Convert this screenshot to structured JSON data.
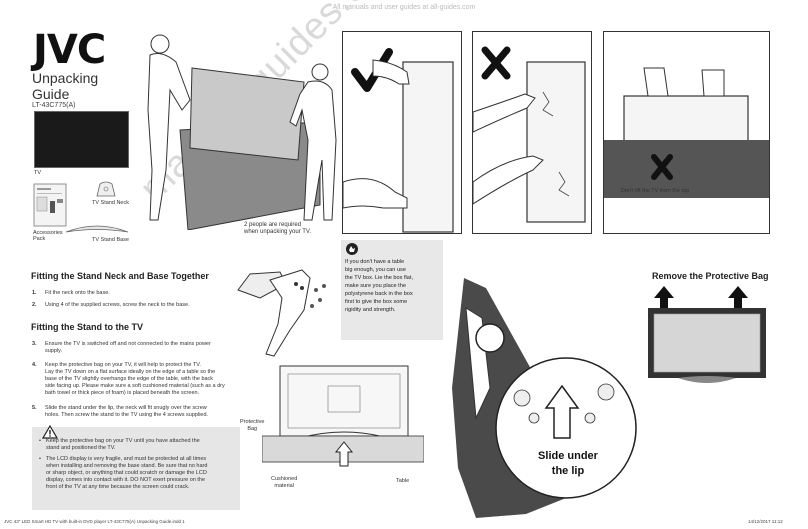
{
  "header": {
    "text": "All manuals and user guides at all-guides.com"
  },
  "brand": {
    "logo": "JVC",
    "title_line1": "Unpacking",
    "title_line2": "Guide",
    "model": "LT-43C775(A)"
  },
  "left_items": {
    "tv": "TV",
    "stand_neck": "TV Stand Neck",
    "accessories_line1": "Accessories",
    "accessories_line2": "Pack",
    "stand_base": "TV Stand Base"
  },
  "unpack": {
    "note_line1": "2 people are required",
    "note_line2": "when unpacking your TV."
  },
  "top_right": {
    "dont_lift": "Don't lift the TV from the top"
  },
  "fit_stand": {
    "heading": "Fitting the Stand Neck and Base Together",
    "steps": [
      {
        "num": "1.",
        "text": "Fit the neck onto the base."
      },
      {
        "num": "2.",
        "text": "Using 4 of the supplied screws, screw the neck to the base."
      }
    ]
  },
  "fit_tv": {
    "heading": "Fitting the Stand to the TV",
    "steps": [
      {
        "num": "3.",
        "line1": "Ensure the TV is switched off and not connected to the mains power",
        "line2": "supply."
      },
      {
        "num": "4.",
        "line1": "Keep the protective bag on your TV, it will help to protect the TV.",
        "line2": "Lay the TV down on a flat surface ideally on the edge of a table so the",
        "line3": "base of the TV slightly overhangs the edge of the table, with the back",
        "line4": "side facing up. Please make sure a soft cushioned material (such as a dry",
        "line5": "bath towel or thick piece of foam) is placed beneath the screen."
      },
      {
        "num": "5.",
        "line1": "Slide the stand under the lip, the neck will fit snugly over the screw",
        "line2": "holes. Then screw the stand to the TV using the 4 screws supplied."
      }
    ]
  },
  "warning": {
    "b1_line1": "Keep the protective bag on your TV until you have attached the",
    "b1_line2": "stand and positioned the TV.",
    "b2_line1": "The LCD display is very fragile, and must be protected at all times",
    "b2_line2": "when installing and removing the base stand. Be sure that no hard",
    "b2_line3": "or sharp object, or anything that could scratch or damage the LCD",
    "b2_line4": "display, comes into contact with it. DO NOT exert pressure on the",
    "b2_line5": "front of the TV at any time because the screen could crack."
  },
  "diagram_labels": {
    "protective_line1": "Protective",
    "protective_line2": "Bag",
    "cushioned_line1": "Cushioned",
    "cushioned_line2": "material",
    "table": "Table",
    "slide_line1": "Slide under",
    "slide_line2": "the lip"
  },
  "tip": {
    "lines": [
      "If you don't have a table",
      "big enough, you can use",
      "the TV box. Lie the box flat,",
      "make sure you place the",
      "polystyrene back in the box",
      "first to give the box some",
      "rigidity and strength."
    ]
  },
  "remove_bag": {
    "heading": "Remove the Protective Bag"
  },
  "footer": {
    "left": "JVC 43\" LED Smart HD TV with built-in DVD player LT-43C775(A) Unpacking Guide.indd 1",
    "right": "14/12/2017 11:12"
  },
  "watermark": "manualsguides.com"
}
